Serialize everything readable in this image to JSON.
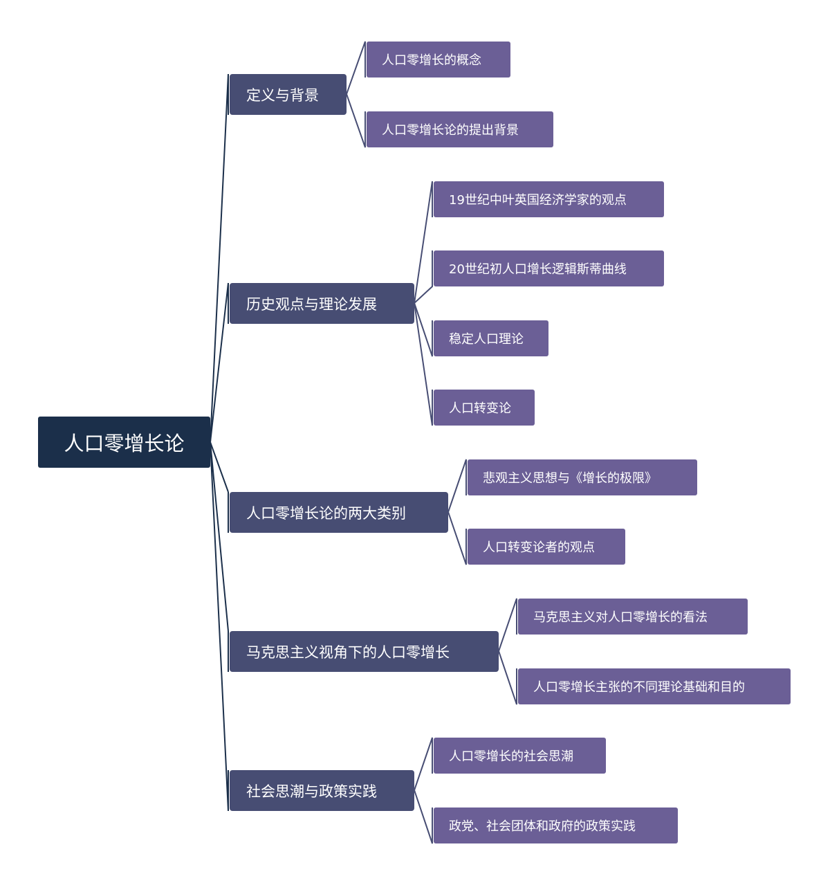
{
  "root": {
    "label": "人口零增长论"
  },
  "branches": [
    {
      "label": "定义与背景",
      "children": [
        "人口零增长的概念",
        "人口零增长论的提出背景"
      ]
    },
    {
      "label": "历史观点与理论发展",
      "children": [
        "19世纪中叶英国经济学家的观点",
        "20世纪初人口增长逻辑斯蒂曲线",
        "稳定人口理论",
        "人口转变论"
      ]
    },
    {
      "label": "人口零增长论的两大类别",
      "children": [
        "悲观主义思想与《增长的极限》",
        "人口转变论者的观点"
      ]
    },
    {
      "label": "马克思主义视角下的人口零增长",
      "children": [
        "马克思主义对人口零增长的看法",
        "人口零增长主张的不同理论基础和目的"
      ]
    },
    {
      "label": "社会思潮与政策实践",
      "children": [
        "人口零增长的社会思潮",
        "政党、社会团体和政府的政策实践"
      ]
    }
  ],
  "colors": {
    "root_fill": "#1b2f4a",
    "main_fill": "#474d73",
    "sub_fill": "#6b5f96",
    "connector": "#1b2f4a",
    "text": "#ffffff"
  }
}
